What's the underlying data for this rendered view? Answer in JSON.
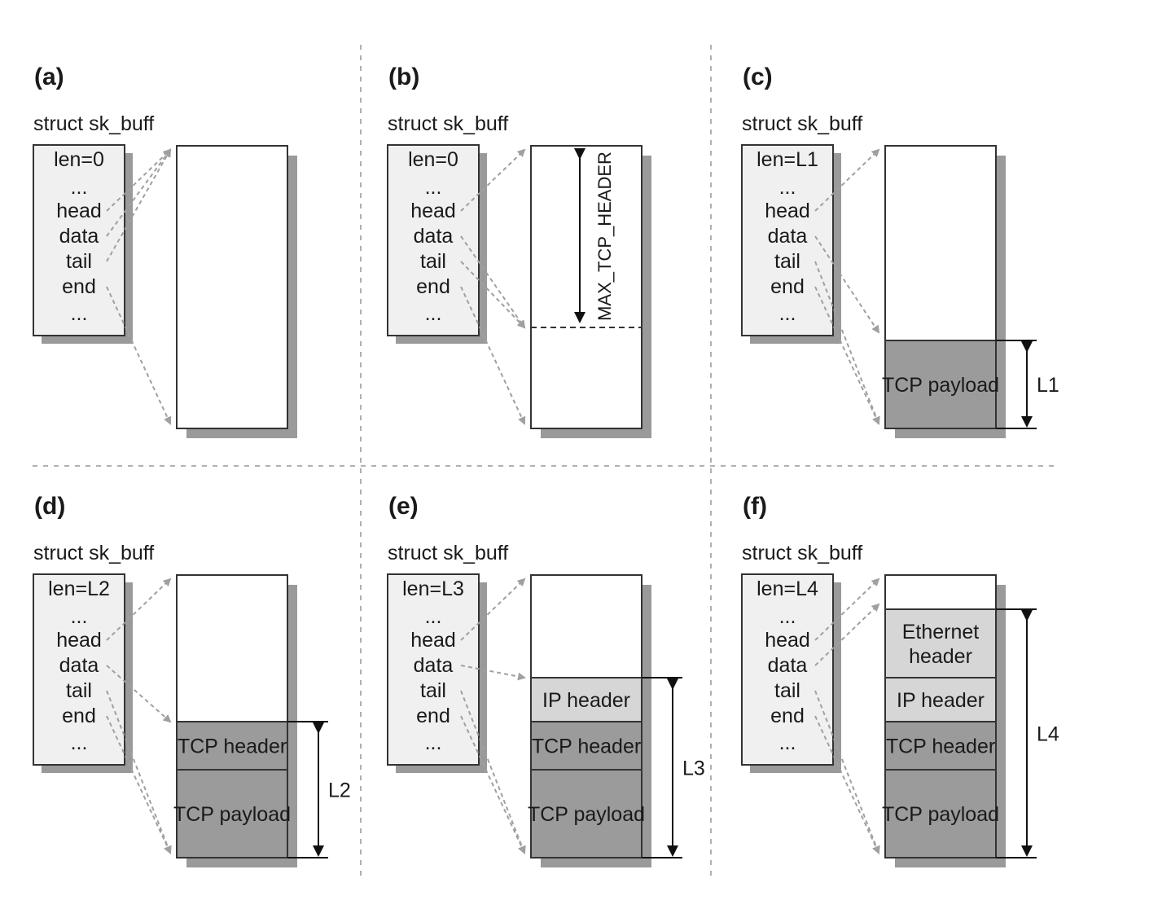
{
  "struct_label": "struct sk_buff",
  "fields_before_len": [],
  "panels": [
    {
      "id": "a",
      "tag": "(a)",
      "fields": [
        "len=0",
        "...",
        "head",
        "data",
        "tail",
        "end",
        "..."
      ],
      "buffer": {
        "mark": "",
        "fill": []
      },
      "pointers": {
        "head": 0,
        "data": 0,
        "tail": 0,
        "end": 1
      }
    },
    {
      "id": "b",
      "tag": "(b)",
      "fields": [
        "len=0",
        "...",
        "head",
        "data",
        "tail",
        "end",
        "..."
      ],
      "buffer": {
        "reserve_label": "MAX_TCP_HEADER",
        "fill": []
      },
      "pointers": {
        "head": 0,
        "data": "reserve",
        "tail": "reserve",
        "end": 1
      }
    },
    {
      "id": "c",
      "tag": "(c)",
      "fields": [
        "len=L1",
        "...",
        "head",
        "data",
        "tail",
        "end",
        "..."
      ],
      "buffer": {
        "fill": [
          "TCP payload"
        ]
      },
      "length_label": "L1",
      "pointers": {
        "head": 0,
        "data": "payload",
        "tail": 1,
        "end": 1
      }
    },
    {
      "id": "d",
      "tag": "(d)",
      "fields": [
        "len=L2",
        "...",
        "head",
        "data",
        "tail",
        "end",
        "..."
      ],
      "buffer": {
        "fill": [
          "TCP header",
          "TCP payload"
        ]
      },
      "length_label": "L2",
      "pointers": {
        "head": 0,
        "data": "tcp",
        "tail": 1,
        "end": 1
      }
    },
    {
      "id": "e",
      "tag": "(e)",
      "fields": [
        "len=L3",
        "...",
        "head",
        "data",
        "tail",
        "end",
        "..."
      ],
      "buffer": {
        "fill": [
          "IP header",
          "TCP header",
          "TCP payload"
        ]
      },
      "length_label": "L3",
      "pointers": {
        "head": 0,
        "data": "ip",
        "tail": 1,
        "end": 1
      }
    },
    {
      "id": "f",
      "tag": "(f)",
      "fields": [
        "len=L4",
        "...",
        "head",
        "data",
        "tail",
        "end",
        "..."
      ],
      "buffer": {
        "fill": [
          "Ethernet header",
          "IP header",
          "TCP header",
          "TCP payload"
        ]
      },
      "length_label": "L4",
      "pointers": {
        "head": 0,
        "data": "eth",
        "tail": 1,
        "end": 1
      }
    }
  ],
  "colors": {
    "struct_fill": "#f0f0f0",
    "shadow": "#9a9a9a",
    "light_segment": "#d6d6d6",
    "dark_segment": "#9b9b9b",
    "pointer_line": "#a0a0a0",
    "divider": "#b0b0b0"
  }
}
